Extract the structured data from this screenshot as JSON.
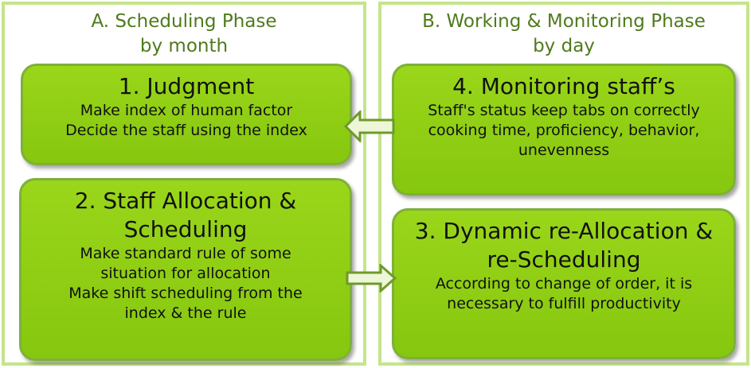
{
  "phases": {
    "a": {
      "title": "A.   Scheduling Phase",
      "sub": "by month"
    },
    "b": {
      "title": "B. Working & Monitoring Phase",
      "sub": "by day"
    }
  },
  "cards": {
    "judgment": {
      "title": "1. Judgment",
      "lines": [
        "Make index of human factor",
        "Decide the staff using the index"
      ]
    },
    "allocation": {
      "title": [
        "2. Staff Allocation &",
        "Scheduling"
      ],
      "lines": [
        "Make standard rule of some",
        "situation for allocation",
        "Make shift scheduling from the",
        "index & the rule"
      ]
    },
    "monitoring": {
      "title": "4. Monitoring staff’s",
      "lines": [
        "Staff's status keep tabs on correctly",
        "cooking time, proficiency, behavior,",
        "unevenness"
      ]
    },
    "reallocation": {
      "title": [
        "3. Dynamic re-Allocation &",
        "re-Scheduling"
      ],
      "lines": [
        "According to change of order, it is",
        "necessary to fulfill productivity"
      ]
    }
  },
  "colors": {
    "card_fill": "#8fcf14",
    "panel_border": "#c4e58a",
    "heading_text": "#4f7a1c",
    "arrow_fill": "#eef6d8"
  }
}
